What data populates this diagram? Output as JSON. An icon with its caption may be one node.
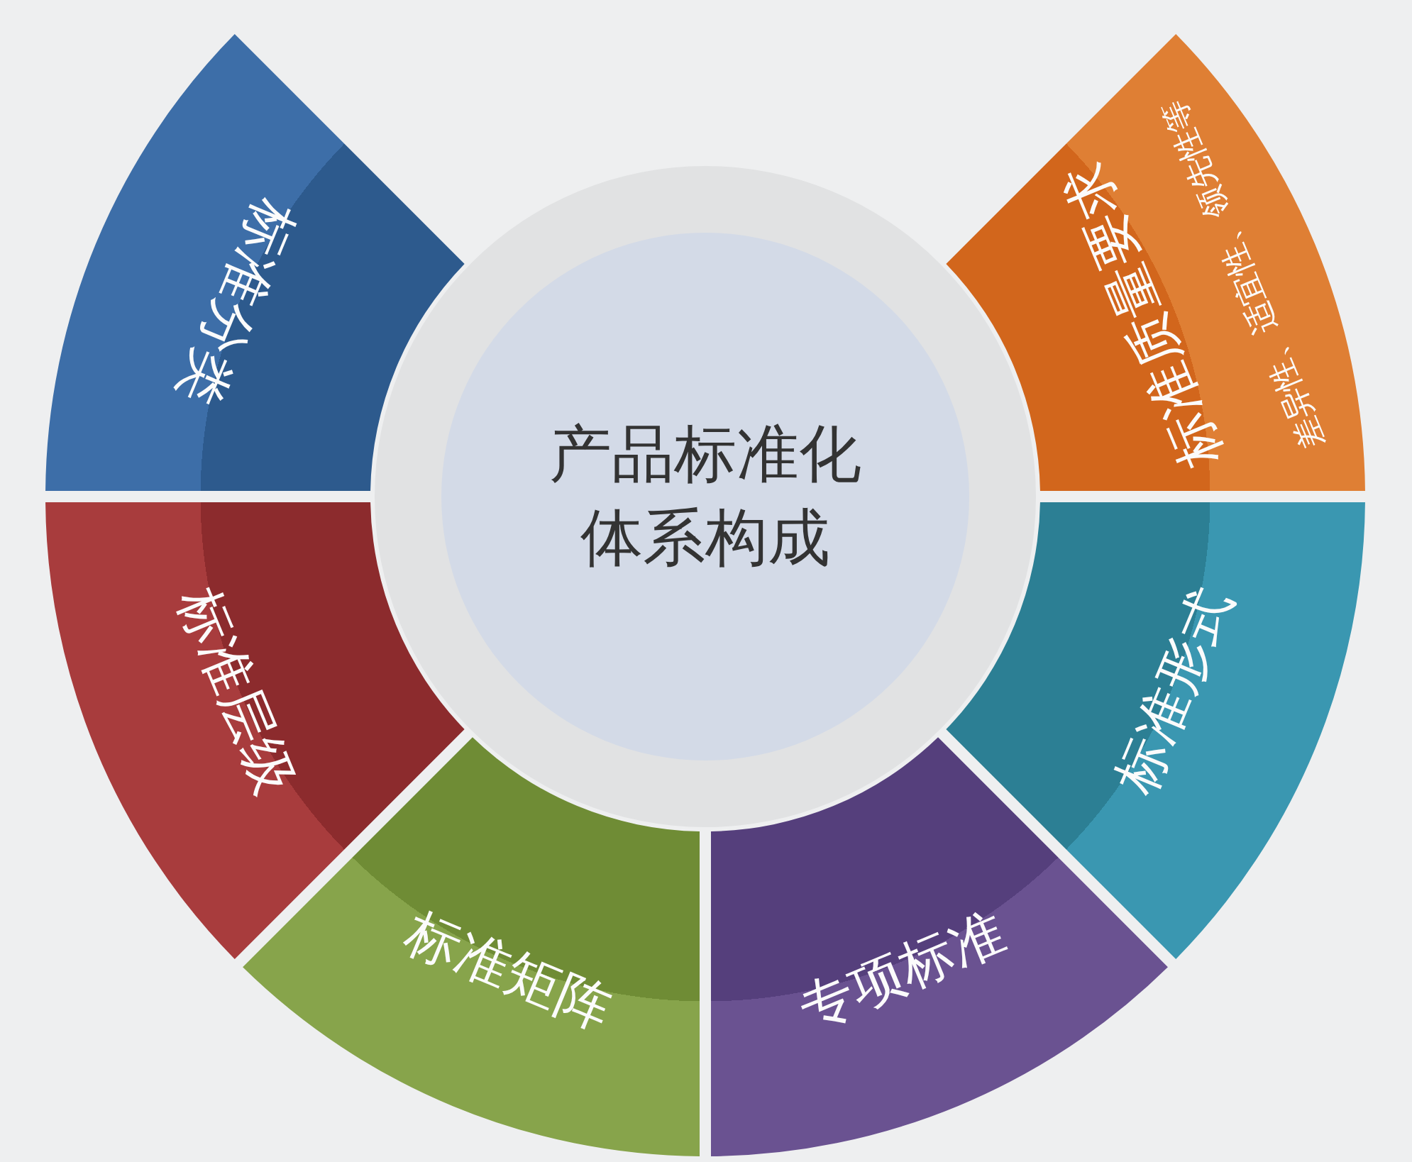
{
  "diagram": {
    "nodes": [
      {
        "text": [
          "产品标准化体系构成"
        ]
      },
      {
        "text": [
          "标准分类"
        ]
      },
      {
        "text": [
          "标准质量要求",
          "差异性、适宜性、领先性等"
        ]
      },
      {
        "text": [
          "标准形式"
        ]
      },
      {
        "text": [
          "专项标准"
        ]
      },
      {
        "text": [
          "标准矩阵"
        ]
      },
      {
        "text": [
          "标准层级"
        ]
      }
    ]
  }
}
